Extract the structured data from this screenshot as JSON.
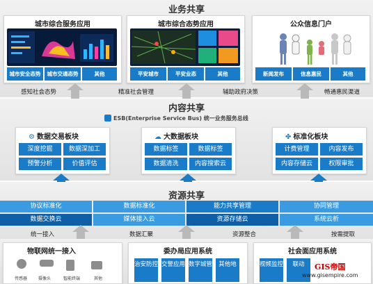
{
  "business": {
    "title": "业务共享",
    "panels": [
      {
        "title": "城市综合服务应用",
        "buttons": [
          "城市安全态势",
          "城市交通态势",
          "其他"
        ]
      },
      {
        "title": "城市综合态势应用",
        "buttons": [
          "平安城市",
          "平安业态",
          "其他"
        ]
      },
      {
        "title": "公众信息门户",
        "buttons": [
          "新闻发布",
          "信息惠民",
          "其他"
        ]
      }
    ],
    "arrow_labels": [
      "感知社会态势",
      "精准社会管理",
      "辅助政府决策",
      "畅通惠民渠道"
    ]
  },
  "content": {
    "title": "内容共享",
    "esb": "ESB(Enterprise Service Bus) 统一业务服务总线",
    "panels": [
      {
        "title": "数据交易板块",
        "buttons": [
          "深度挖掘",
          "数据深加工",
          "预警分析",
          "价值评估"
        ]
      },
      {
        "title": "大数据板块",
        "buttons": [
          "数据标签",
          "数据标签",
          "数据清洗",
          "内容搜索云"
        ]
      },
      {
        "title": "标准化板块",
        "buttons": [
          "计费管理",
          "内容发布",
          "内容存储云",
          "权限审批"
        ]
      }
    ]
  },
  "resource": {
    "title": "资源共享",
    "row1": [
      "协议标准化",
      "数据标准化",
      "能力共享管理",
      "协同管理"
    ],
    "row2": [
      "数据交换云",
      "媒体接入云",
      "资源存储云",
      "系统云析"
    ],
    "labels": [
      "统一接入",
      "数据汇聚",
      "资源整合",
      "按需提取"
    ]
  },
  "sources": {
    "iot": {
      "title": "物联网统一接入",
      "icons": [
        "传感器",
        "摄像头",
        "智能终端",
        "其他"
      ]
    },
    "gov": {
      "title": "委办局应用系统",
      "buttons": [
        "治安防控",
        "交警应用",
        "数字城管",
        "其他地"
      ]
    },
    "social": {
      "title": "社会面应用系统",
      "buttons": [
        "视频监控",
        "联动"
      ]
    }
  },
  "watermark": {
    "brand": "GIS帝国",
    "url": "www.gisempire.com"
  },
  "colors": {
    "primary": "#1a7cc8",
    "dark": "#0f5fa6",
    "light": "#3a9be0",
    "arrow": "#b9b9b9",
    "blue_arrow": "#1a7cc8"
  }
}
